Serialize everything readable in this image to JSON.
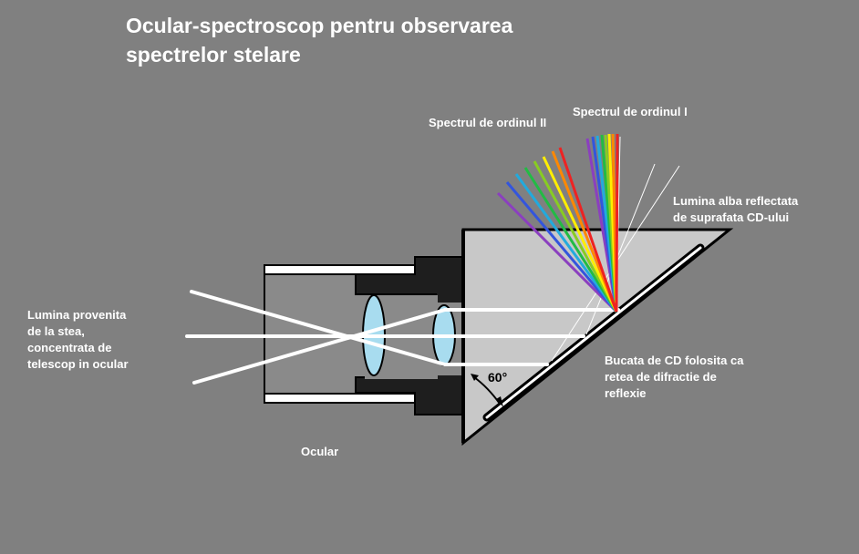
{
  "title": "Ocular-spectroscop pentru observarea\nspectrelor stelare",
  "labels": {
    "spectrum_order_2": "Spectrul de ordinul II",
    "spectrum_order_1": "Spectrul de ordinul I",
    "white_light": "Lumina alba reflectata\nde suprafata CD-ului",
    "star_light": "Lumina provenita\nde la stea,\nconcentrata de\ntelescop in ocular",
    "cd_piece": "Bucata de CD folosita ca\nretea de difractie de\nreflexie",
    "eyepiece": "Ocular",
    "angle": "60°"
  },
  "colors": {
    "background": "#808080",
    "housing": "#c8c8c8",
    "dark_body": "#1e1e1e",
    "lens": "#a8dcef",
    "text": "#ffffff"
  },
  "spectrum_colors": [
    "#8b3fbf",
    "#3355dd",
    "#22aadd",
    "#22bb44",
    "#88cc22",
    "#ffee00",
    "#ff8800",
    "#ee2222"
  ]
}
